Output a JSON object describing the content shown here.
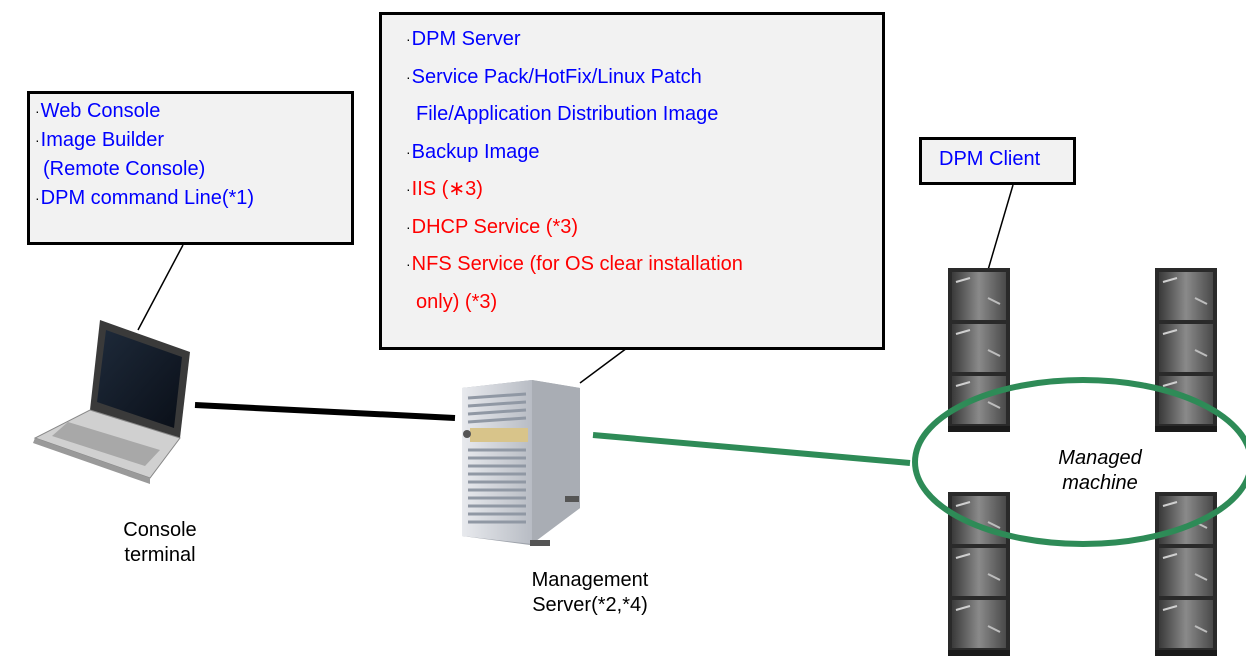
{
  "console_box": {
    "items": [
      {
        "text": "Web Console",
        "color": "blue",
        "bullet": true
      },
      {
        "text": "Image Builder",
        "color": "blue",
        "bullet": true
      },
      {
        "text": "(Remote Console)",
        "color": "blue",
        "bullet": false
      },
      {
        "text": "DPM command Line(*1)",
        "color": "blue",
        "bullet": true
      }
    ]
  },
  "server_box": {
    "items": [
      {
        "text": "DPM Server",
        "color": "blue",
        "bullet": true
      },
      {
        "text": "Service Pack/HotFix/Linux Patch",
        "color": "blue",
        "bullet": true
      },
      {
        "text": "File/Application Distribution Image",
        "color": "blue",
        "bullet": false
      },
      {
        "text": "Backup Image",
        "color": "blue",
        "bullet": true
      },
      {
        "text": "IIS (∗3)",
        "color": "red",
        "bullet": true
      },
      {
        "text": "DHCP Service (*3)",
        "color": "red",
        "bullet": true
      },
      {
        "text": "NFS Service (for OS clear installation",
        "color": "red",
        "bullet": true
      },
      {
        "text": "only) (*3)",
        "color": "red",
        "bullet": false
      }
    ]
  },
  "client_box": {
    "label": "DPM Client"
  },
  "labels": {
    "console_terminal": [
      "Console",
      "terminal"
    ],
    "management_server": [
      "Management",
      "Server(*2,*4)"
    ],
    "managed_machine": [
      "Managed",
      "machine"
    ]
  },
  "colors": {
    "text_blue": "#0000ff",
    "text_red": "#ff0000",
    "box_fill": "#f2f2f2",
    "network_line_green": "#2e8b57",
    "rack_gray": "#6f6f6f"
  },
  "icons": [
    "laptop-icon",
    "tower-server-icon",
    "rack-server-icon"
  ]
}
